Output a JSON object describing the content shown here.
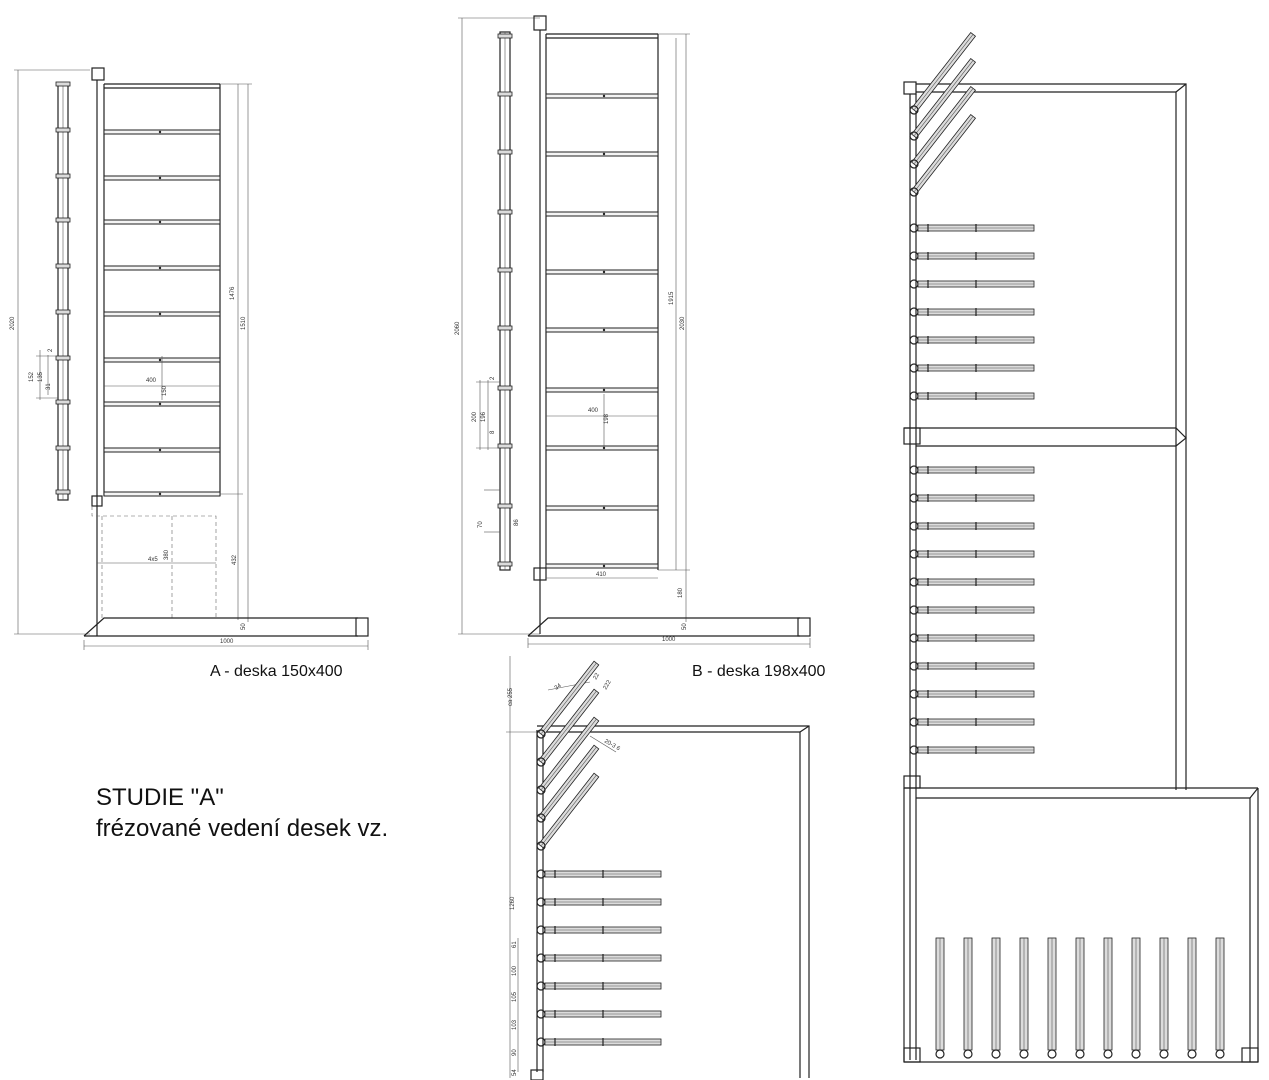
{
  "captions": {
    "a": "A - deska 150x400",
    "b": "B - deska 198x400"
  },
  "study": {
    "title": "STUDIE \"A\"",
    "subtitle": "frézované vedení desek vz."
  },
  "dims_a": {
    "total_height": "2020",
    "upper_inner": "1476",
    "upper_total": "1510",
    "shelf_width": "400",
    "shelf_height": "150",
    "base_height": "432",
    "base_inner": "380",
    "base_width": "4x5",
    "width": "1000",
    "foot": "50",
    "d1": "2",
    "d2": "152",
    "d3": "135",
    "d4": "31"
  },
  "dims_b": {
    "total_height": "2060",
    "upper_inner": "1915",
    "upper_total": "2030",
    "shelf_width": "400",
    "shelf_height": "198",
    "slot_width": "410",
    "base_height": "180",
    "width": "1000",
    "foot": "50",
    "d1": "2",
    "d2": "200",
    "d3": "196",
    "d4": "8",
    "d5": "70",
    "d6": "86"
  },
  "dims_c": {
    "top_offset": "ca 255",
    "angle_a": "34",
    "angle_b": "22",
    "angle_c": "222",
    "tilt": "20-3 6",
    "column_height": "1260",
    "pitch_1": "61",
    "pitch_2": "100",
    "pitch_3": "105",
    "pitch_4": "103",
    "pitch_5": "90",
    "pitch_6": "54"
  }
}
